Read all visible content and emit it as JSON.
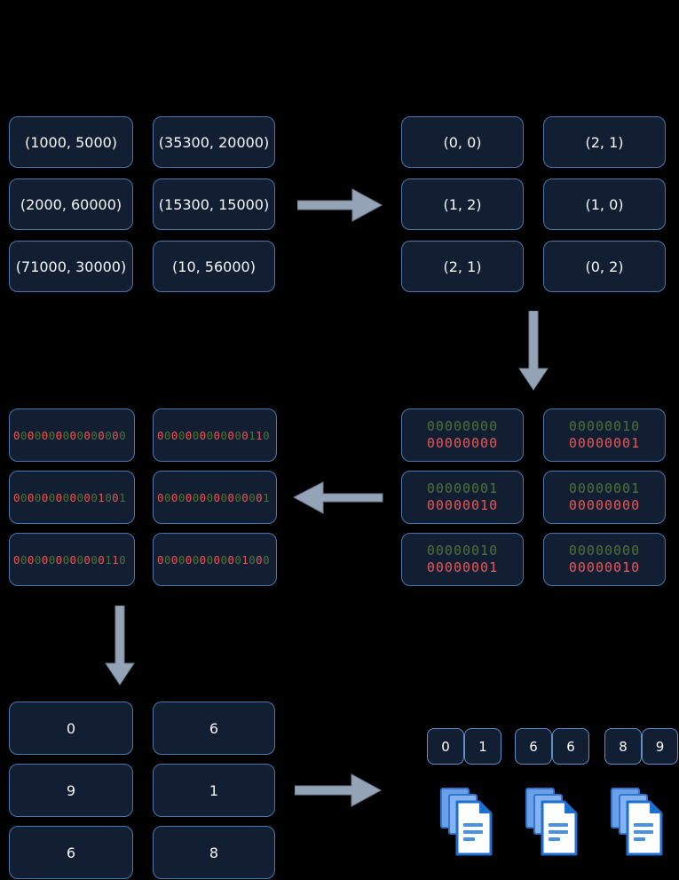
{
  "colors": {
    "background": "#000000",
    "box_fill": "#121f33",
    "box_border": "#4a77ad",
    "small_box_border": "#6090c8",
    "text": "#f5f7fa",
    "green_bits": "#4f7038",
    "red_bits": "#e85757",
    "arrow_fill": "#95a3b6",
    "arrow_stroke": "#707f93",
    "doc_blue_dark": "#1d6fd1",
    "doc_blue_mid": "#6ba0e6",
    "doc_blue_light": "#86b3ee",
    "doc_line_blue": "#4b90e2",
    "doc_page_white": "#ffffff"
  },
  "icons": {
    "arrow_right": "arrow-right-icon",
    "arrow_down": "arrow-down-icon",
    "arrow_left": "arrow-left-icon",
    "documents": "documents-stack-icon"
  },
  "raw_coords": [
    "(1000, 5000)",
    "(35300, 20000)",
    "(2000, 60000)",
    "(15300, 15000)",
    "(71000, 30000)",
    "(10, 56000)"
  ],
  "quantized_coords": [
    "(0, 0)",
    "(2, 1)",
    "(1, 2)",
    "(1, 0)",
    "(2, 1)",
    "(0, 2)"
  ],
  "binary_pairs": [
    {
      "green": "00000000",
      "red": "00000000"
    },
    {
      "green": "00000010",
      "red": "00000001"
    },
    {
      "green": "00000001",
      "red": "00000010"
    },
    {
      "green": "00000001",
      "red": "00000000"
    },
    {
      "green": "00000010",
      "red": "00000001"
    },
    {
      "green": "00000000",
      "red": "00000010"
    }
  ],
  "interleaved_bits": [
    "0000000000000000",
    "0000000000000110",
    "0000000000001001",
    "0000000000000001",
    "0000000000000110",
    "0000000000001000"
  ],
  "decimal_tokens": [
    "0",
    "6",
    "9",
    "1",
    "6",
    "8"
  ],
  "token_pairs": [
    "0",
    "1",
    "6",
    "6",
    "8",
    "9"
  ]
}
